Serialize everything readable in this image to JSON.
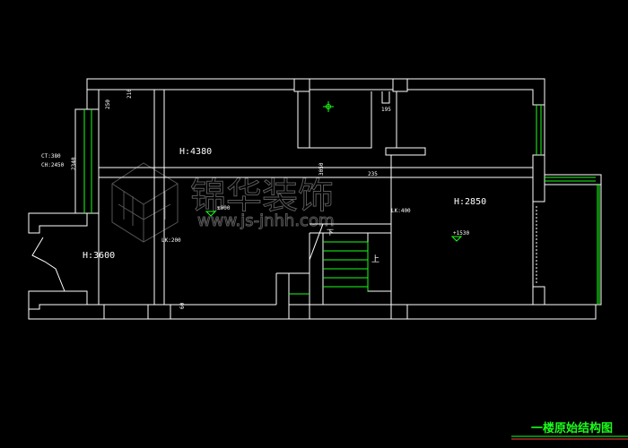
{
  "drawing": {
    "title": "一楼原始结构图",
    "colors": {
      "background": "#000000",
      "walls": "#ffffff",
      "windows": "#1aff1a",
      "title": "#1aff1a",
      "watermark": "#5a5a5a"
    },
    "rooms": {
      "left_height": "H:3600",
      "middle_height": "H:4380",
      "right_height": "H:2850"
    },
    "beams": {
      "left": "LK:200",
      "middle": "LK:400"
    },
    "levels": {
      "middle": "±000",
      "right": "+1530"
    },
    "window_notes": {
      "line1": "CT:380",
      "line2": "CH:2450"
    },
    "dimensions": {
      "left_window": "2340",
      "top_a": "250",
      "top_b": "210",
      "top_right": "195",
      "center_vert": "3050",
      "center_horiz": "235",
      "bottom_small": "60"
    },
    "stair": {
      "up_label": "上",
      "cut_label": "下"
    },
    "watermark": {
      "brand": "锦华装饰",
      "url": "www.js-jnhh.com"
    }
  }
}
